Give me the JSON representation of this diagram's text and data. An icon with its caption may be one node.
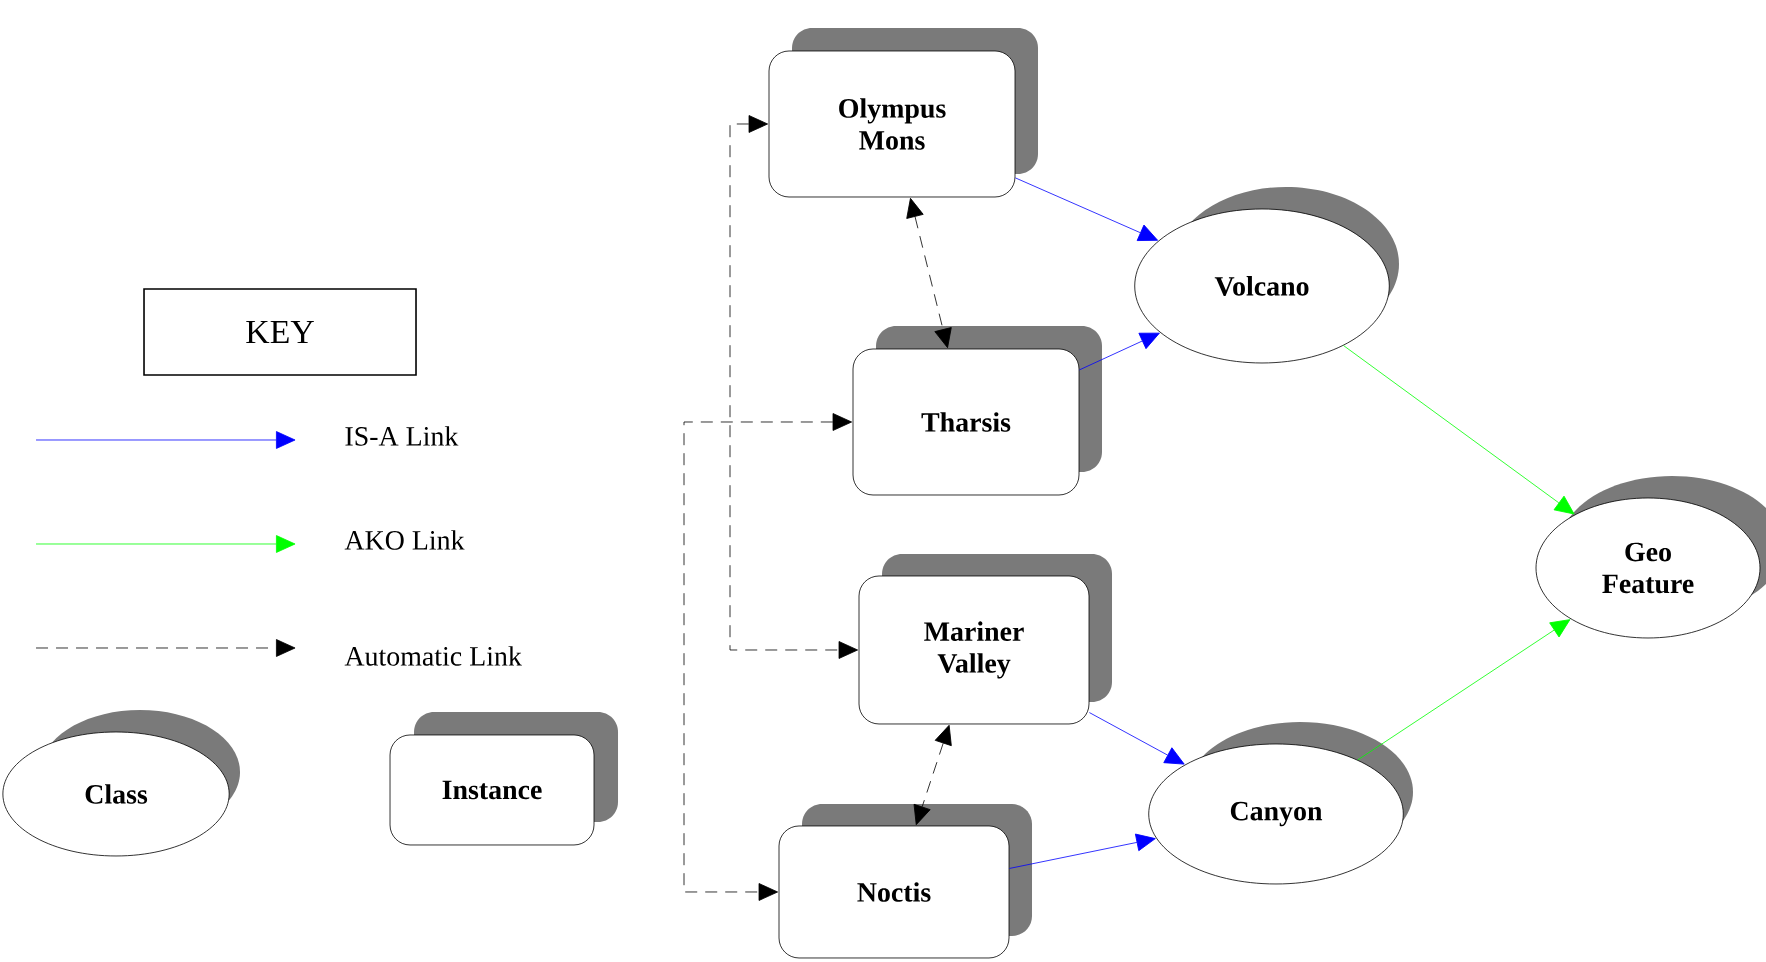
{
  "diagram": {
    "nodes": [
      {
        "text": [
          "KEY"
        ]
      },
      {
        "text": [
          "Class"
        ]
      },
      {
        "text": [
          "Instance"
        ]
      },
      {
        "text": [
          "Olympus Mons"
        ]
      },
      {
        "text": [
          "Volcano"
        ]
      },
      {
        "text": [
          "Tharsis"
        ]
      },
      {
        "text": [
          "Geo Feature"
        ]
      },
      {
        "text": [
          "Mariner Valley"
        ]
      },
      {
        "text": [
          "Canyon"
        ]
      },
      {
        "text": [
          "Noctis"
        ]
      }
    ],
    "edges": [
      {
        "from": 3,
        "to": 4,
        "arrow": "to",
        "color": "#0000ff"
      },
      {
        "from": 5,
        "to": 4,
        "arrow": "to",
        "color": "#0000ff"
      },
      {
        "from": 3,
        "to": 5,
        "arrow": "both",
        "style": "dashed",
        "color": "#000000"
      },
      {
        "from": 3,
        "to": 7,
        "arrow": "both",
        "style": "dashed",
        "color": "#000000"
      },
      {
        "from": 5,
        "to": 9,
        "arrow": "both",
        "style": "dashed",
        "color": "#000000"
      },
      {
        "from": 4,
        "to": 6,
        "arrow": "to",
        "color": "#00ff00"
      },
      {
        "from": 7,
        "to": 8,
        "arrow": "to",
        "color": "#0000ff"
      },
      {
        "from": 7,
        "to": 9,
        "arrow": "both",
        "style": "dashed",
        "color": "#000000"
      },
      {
        "from": 9,
        "to": 8,
        "arrow": "to",
        "color": "#0000ff"
      },
      {
        "from": 8,
        "to": 6,
        "arrow": "to",
        "color": "#00ff00"
      }
    ],
    "legend": [
      {
        "text": "IS-A Link"
      },
      {
        "text": "AKO Link"
      },
      {
        "text": "Automatic Link"
      }
    ]
  }
}
